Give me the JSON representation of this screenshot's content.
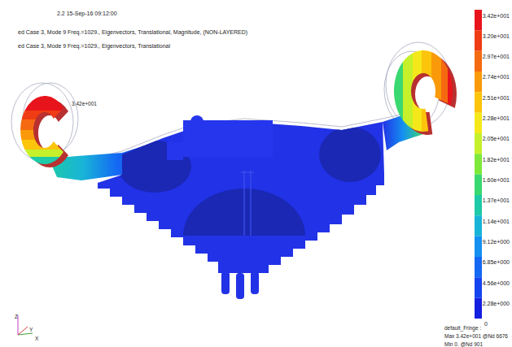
{
  "diagram": {
    "labels": [
      "2.2 15-Sep-16 09:12:00",
      "ed Case 3, Mode 9 Freq.=1029., Eigenvectors, Translational, Magnitude, (NON-LAYERED)",
      "ed Case 3, Mode 9 Freq.=1029., Eigenvectors, Translational",
      "3.42e+001",
      "3.42e+001",
      "3.20e+001",
      "2.97e+001",
      "2.74e+001",
      "2.51e+001",
      "2.28e+001",
      "2.05e+001",
      "1.82e+001",
      "1.60e+001",
      "1.37e+001",
      "1.14e+001",
      "9.12e+000",
      "6.85e+000",
      "4.56e+000",
      "2.28e+000",
      "0",
      "default_Fringe :",
      "Max 3.42e+001 @Nd 6676",
      "Min 0. @Nd 901",
      "Z",
      "Y",
      "X"
    ]
  }
}
